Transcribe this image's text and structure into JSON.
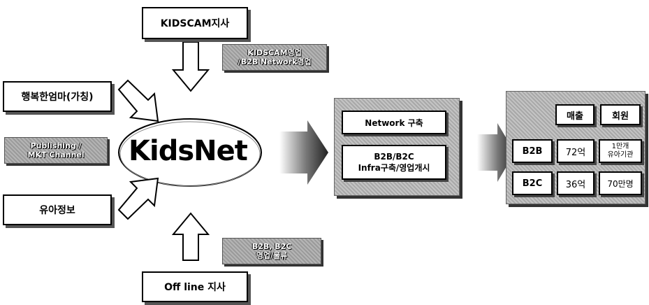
{
  "diagram": {
    "center": "KidsNet",
    "inputs": {
      "top": "KIDSCAM지사",
      "top_note": [
        "KIDSCAM영업",
        "/B2B Network영업"
      ],
      "left_upper": "행복한엄마(가칭)",
      "left_note": [
        "Publishing /",
        "MKT Channel"
      ],
      "left_lower": "유아정보",
      "bottom": "Off line 지사",
      "bottom_note": [
        "B2B, B2C",
        "영업/물류"
      ]
    },
    "middle_panel": {
      "items": [
        "Network 구축",
        "B2B/B2C",
        "Infra구축/영업개시"
      ]
    },
    "result_panel": {
      "headers": [
        "매출",
        "회원"
      ],
      "rows": [
        {
          "label": "B2B",
          "sales": "72억",
          "members": [
            "1만개",
            "유아기관"
          ]
        },
        {
          "label": "B2C",
          "sales": "36억",
          "members": [
            "70만명"
          ]
        }
      ]
    }
  }
}
